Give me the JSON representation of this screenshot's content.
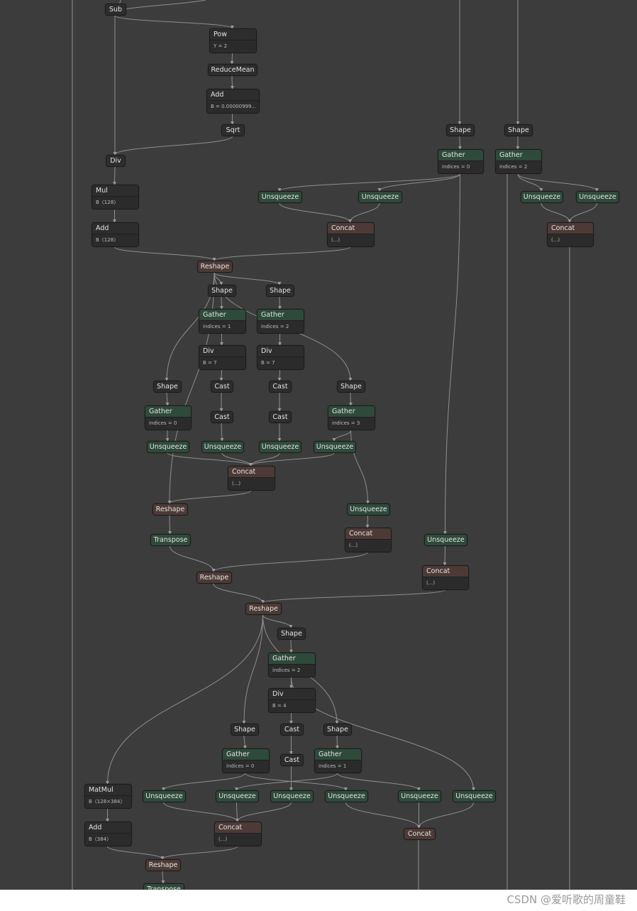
{
  "nodes": [
    {
      "id": "sub",
      "op": "Sub",
      "kind": "dark"
    },
    {
      "id": "pow",
      "op": "Pow",
      "attr": "Y = 2",
      "kind": "dark"
    },
    {
      "id": "reducemean",
      "op": "ReduceMean",
      "kind": "dark"
    },
    {
      "id": "add1",
      "op": "Add",
      "attr": "B = 0.00000999...",
      "kind": "dark"
    },
    {
      "id": "sqrt",
      "op": "Sqrt",
      "kind": "dark"
    },
    {
      "id": "div1",
      "op": "Div",
      "kind": "dark"
    },
    {
      "id": "mul",
      "op": "Mul",
      "attr": "B〈128〉",
      "kind": "dark"
    },
    {
      "id": "add2",
      "op": "Add",
      "attr": "B〈128〉",
      "kind": "dark"
    },
    {
      "id": "shape_r1",
      "op": "Shape",
      "kind": "dark"
    },
    {
      "id": "shape_r2",
      "op": "Shape",
      "kind": "dark"
    },
    {
      "id": "gather_r1",
      "op": "Gather",
      "attr": "indices = 0",
      "kind": "green"
    },
    {
      "id": "gather_r2",
      "op": "Gather",
      "attr": "indices = 2",
      "kind": "green"
    },
    {
      "id": "unsq_r1",
      "op": "Unsqueeze",
      "kind": "green"
    },
    {
      "id": "unsq_r2",
      "op": "Unsqueeze",
      "kind": "green"
    },
    {
      "id": "unsq_r3",
      "op": "Unsqueeze",
      "kind": "green"
    },
    {
      "id": "unsq_r4",
      "op": "Unsqueeze",
      "kind": "green"
    },
    {
      "id": "concat_r1",
      "op": "Concat",
      "attr": "(...)",
      "kind": "brown"
    },
    {
      "id": "concat_r2",
      "op": "Concat",
      "attr": "(...)",
      "kind": "brown"
    },
    {
      "id": "reshape1",
      "op": "Reshape",
      "kind": "brown"
    },
    {
      "id": "shape_a",
      "op": "Shape",
      "kind": "dark"
    },
    {
      "id": "shape_b",
      "op": "Shape",
      "kind": "dark"
    },
    {
      "id": "gather_a",
      "op": "Gather",
      "attr": "indices = 1",
      "kind": "green"
    },
    {
      "id": "gather_b",
      "op": "Gather",
      "attr": "indices = 2",
      "kind": "green"
    },
    {
      "id": "div_a",
      "op": "Div",
      "attr": "B = 7",
      "kind": "dark"
    },
    {
      "id": "div_b",
      "op": "Div",
      "attr": "B = 7",
      "kind": "dark"
    },
    {
      "id": "shape_c",
      "op": "Shape",
      "kind": "dark"
    },
    {
      "id": "cast_a1",
      "op": "Cast",
      "kind": "dark"
    },
    {
      "id": "cast_b1",
      "op": "Cast",
      "kind": "dark"
    },
    {
      "id": "shape_d",
      "op": "Shape",
      "kind": "dark"
    },
    {
      "id": "gather_c",
      "op": "Gather",
      "attr": "indices = 0",
      "kind": "green"
    },
    {
      "id": "cast_a2",
      "op": "Cast",
      "kind": "dark"
    },
    {
      "id": "cast_b2",
      "op": "Cast",
      "kind": "dark"
    },
    {
      "id": "gather_d",
      "op": "Gather",
      "attr": "indices = 3",
      "kind": "green"
    },
    {
      "id": "unsq_1",
      "op": "Unsqueeze",
      "kind": "green"
    },
    {
      "id": "unsq_2",
      "op": "Unsqueeze",
      "kind": "green"
    },
    {
      "id": "unsq_3",
      "op": "Unsqueeze",
      "kind": "green"
    },
    {
      "id": "unsq_4",
      "op": "Unsqueeze",
      "kind": "green"
    },
    {
      "id": "concat_1",
      "op": "Concat",
      "attr": "(...)",
      "kind": "brown"
    },
    {
      "id": "reshape2",
      "op": "Reshape",
      "kind": "brown"
    },
    {
      "id": "unsq_5",
      "op": "Unsqueeze",
      "kind": "green"
    },
    {
      "id": "transpose1",
      "op": "Transpose",
      "kind": "green"
    },
    {
      "id": "concat_2",
      "op": "Concat",
      "attr": "(...)",
      "kind": "brown"
    },
    {
      "id": "unsq_6",
      "op": "Unsqueeze",
      "kind": "green"
    },
    {
      "id": "concat_3",
      "op": "Concat",
      "attr": "(...)",
      "kind": "brown"
    },
    {
      "id": "reshape3",
      "op": "Reshape",
      "kind": "brown"
    },
    {
      "id": "reshape4",
      "op": "Reshape",
      "kind": "brown"
    },
    {
      "id": "shape_e",
      "op": "Shape",
      "kind": "dark"
    },
    {
      "id": "gather_e",
      "op": "Gather",
      "attr": "indices = 2",
      "kind": "green"
    },
    {
      "id": "div_e",
      "op": "Div",
      "attr": "B = 4",
      "kind": "dark"
    },
    {
      "id": "shape_f",
      "op": "Shape",
      "kind": "dark"
    },
    {
      "id": "cast_e1",
      "op": "Cast",
      "kind": "dark"
    },
    {
      "id": "shape_g",
      "op": "Shape",
      "kind": "dark"
    },
    {
      "id": "gather_f",
      "op": "Gather",
      "attr": "indices = 0",
      "kind": "green"
    },
    {
      "id": "cast_e2",
      "op": "Cast",
      "kind": "dark"
    },
    {
      "id": "gather_g",
      "op": "Gather",
      "attr": "indices = 1",
      "kind": "green"
    },
    {
      "id": "matmul",
      "op": "MatMul",
      "attr": "B〈128×384〉",
      "kind": "dark"
    },
    {
      "id": "unsq_7",
      "op": "Unsqueeze",
      "kind": "green"
    },
    {
      "id": "unsq_8",
      "op": "Unsqueeze",
      "kind": "green"
    },
    {
      "id": "unsq_9",
      "op": "Unsqueeze",
      "kind": "green"
    },
    {
      "id": "unsq_10",
      "op": "Unsqueeze",
      "kind": "green"
    },
    {
      "id": "unsq_11",
      "op": "Unsqueeze",
      "kind": "green"
    },
    {
      "id": "unsq_12",
      "op": "Unsqueeze",
      "kind": "green"
    },
    {
      "id": "add3",
      "op": "Add",
      "attr": "B〈384〉",
      "kind": "dark"
    },
    {
      "id": "concat_4",
      "op": "Concat",
      "attr": "(...)",
      "kind": "brown"
    },
    {
      "id": "concat_5",
      "op": "Concat",
      "kind": "brown"
    },
    {
      "id": "reshape5",
      "op": "Reshape",
      "kind": "brown"
    },
    {
      "id": "transpose2",
      "op": "Transpose",
      "kind": "green"
    }
  ],
  "edges": [
    [
      "sub",
      "pow"
    ],
    [
      "pow",
      "reducemean"
    ],
    [
      "reducemean",
      "add1"
    ],
    [
      "add1",
      "sqrt"
    ],
    [
      "sub",
      "div1"
    ],
    [
      "sqrt",
      "div1"
    ],
    [
      "div1",
      "mul"
    ],
    [
      "mul",
      "add2"
    ],
    [
      "shape_r1",
      "gather_r1"
    ],
    [
      "shape_r2",
      "gather_r2"
    ],
    [
      "gather_r1",
      "unsq_r1"
    ],
    [
      "gather_r1",
      "unsq_r2"
    ],
    [
      "gather_r1",
      "unsq_6"
    ],
    [
      "gather_r2",
      "unsq_r3"
    ],
    [
      "gather_r2",
      "unsq_r4"
    ],
    [
      "unsq_r1",
      "concat_r1"
    ],
    [
      "unsq_r2",
      "concat_r1"
    ],
    [
      "unsq_r3",
      "concat_r2"
    ],
    [
      "unsq_r4",
      "concat_r2"
    ],
    [
      "add2",
      "reshape1"
    ],
    [
      "concat_r1",
      "reshape1"
    ],
    [
      "reshape1",
      "shape_a"
    ],
    [
      "reshape1",
      "shape_b"
    ],
    [
      "reshape1",
      "shape_c"
    ],
    [
      "reshape1",
      "shape_d"
    ],
    [
      "reshape1",
      "reshape2"
    ],
    [
      "shape_a",
      "gather_a"
    ],
    [
      "shape_b",
      "gather_b"
    ],
    [
      "gather_a",
      "div_a"
    ],
    [
      "gather_b",
      "div_b"
    ],
    [
      "div_a",
      "cast_a1"
    ],
    [
      "div_b",
      "cast_b1"
    ],
    [
      "cast_a1",
      "cast_a2"
    ],
    [
      "cast_b1",
      "cast_b2"
    ],
    [
      "shape_c",
      "gather_c"
    ],
    [
      "shape_d",
      "gather_d"
    ],
    [
      "gather_c",
      "unsq_1"
    ],
    [
      "cast_a2",
      "unsq_2"
    ],
    [
      "cast_b2",
      "unsq_3"
    ],
    [
      "gather_d",
      "unsq_4"
    ],
    [
      "gather_d",
      "unsq_5"
    ],
    [
      "unsq_1",
      "concat_1"
    ],
    [
      "unsq_2",
      "concat_1"
    ],
    [
      "unsq_3",
      "concat_1"
    ],
    [
      "unsq_4",
      "concat_1"
    ],
    [
      "concat_1",
      "reshape2"
    ],
    [
      "reshape2",
      "transpose1"
    ],
    [
      "unsq_5",
      "concat_2"
    ],
    [
      "unsq_6",
      "concat_3"
    ],
    [
      "transpose1",
      "reshape3"
    ],
    [
      "concat_2",
      "reshape3"
    ],
    [
      "reshape3",
      "reshape4"
    ],
    [
      "concat_3",
      "reshape4"
    ],
    [
      "reshape4",
      "shape_e"
    ],
    [
      "reshape4",
      "shape_f"
    ],
    [
      "reshape4",
      "shape_g"
    ],
    [
      "reshape4",
      "matmul"
    ],
    [
      "shape_e",
      "gather_e"
    ],
    [
      "gather_e",
      "div_e"
    ],
    [
      "div_e",
      "cast_e1"
    ],
    [
      "cast_e1",
      "cast_e2"
    ],
    [
      "gather_e",
      "unsq_12"
    ],
    [
      "shape_f",
      "gather_f"
    ],
    [
      "shape_g",
      "gather_g"
    ],
    [
      "gather_f",
      "unsq_7"
    ],
    [
      "gather_f",
      "unsq_10"
    ],
    [
      "gather_g",
      "unsq_8"
    ],
    [
      "gather_g",
      "unsq_11"
    ],
    [
      "cast_e2",
      "unsq_9"
    ],
    [
      "matmul",
      "add3"
    ],
    [
      "unsq_7",
      "concat_4"
    ],
    [
      "unsq_8",
      "concat_4"
    ],
    [
      "unsq_9",
      "concat_4"
    ],
    [
      "unsq_10",
      "concat_5"
    ],
    [
      "unsq_11",
      "concat_5"
    ],
    [
      "unsq_12",
      "concat_5"
    ],
    [
      "add3",
      "reshape5"
    ],
    [
      "concat_4",
      "reshape5"
    ],
    [
      "reshape5",
      "transpose2"
    ]
  ],
  "footer": {
    "watermark": "CSDN @爱听歌的周童鞋"
  }
}
